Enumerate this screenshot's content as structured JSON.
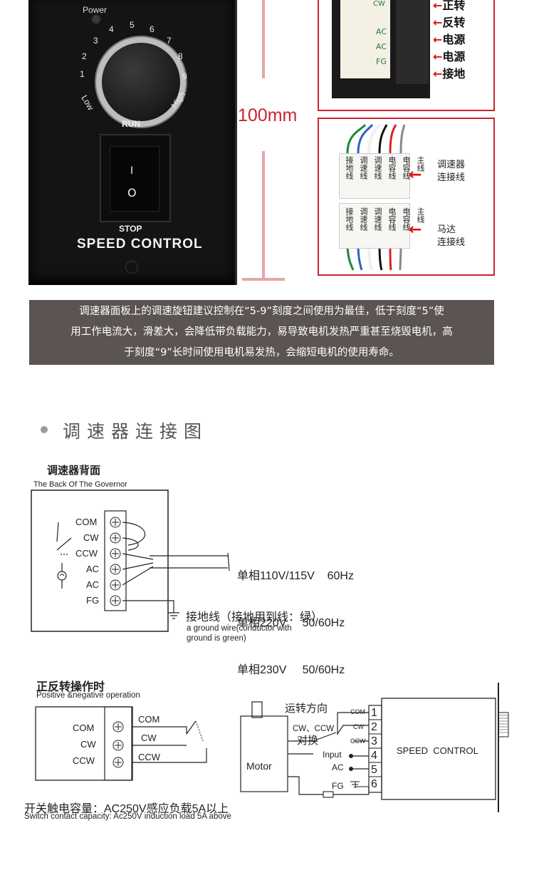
{
  "controller": {
    "power_label": "Power",
    "dial_numbers": [
      "1",
      "2",
      "3",
      "4",
      "5",
      "6",
      "7",
      "8",
      "9"
    ],
    "dial_low": "Low",
    "dial_high": "High",
    "run_label": "RUN",
    "switch_on": "I",
    "switch_off": "O",
    "stop_label": "STOP",
    "brand_label": "SPEED CONTROL"
  },
  "dimension_label": "100mm",
  "terminal_box": {
    "cw_label": "CW",
    "ac_label_1": "AC",
    "ac_label_2": "AC",
    "fg_label": "FG",
    "items": [
      "正转",
      "反转",
      "电源",
      "电源",
      "接地"
    ]
  },
  "connector_box": {
    "upper_wires": [
      "接地线",
      "调速线",
      "调速线",
      "电容线",
      "电容线",
      "主线"
    ],
    "lower_wires": [
      "接地线",
      "调速线",
      "调速线",
      "电容线",
      "电容线",
      "主线"
    ],
    "upper_label": "调速器\n连接线",
    "lower_label": "马达\n连接线"
  },
  "note": {
    "line1": "调速器面板上的调速旋钮建议控制在“5-9”刻度之间使用为最佳，低于刻度“5”使",
    "line2": "用工作电流大，滑差大，会降低带负载能力，易导致电机发热严重甚至烧毁电机，高",
    "line3": "于刻度“9”长时间使用电机易发热，会缩短电机的使用寿命。"
  },
  "section_title": "调速器连接图",
  "wiring_diagram": {
    "title_cn": "调速器背面",
    "title_en": "The Back Of The Governor",
    "terminals": [
      "COM",
      "CW",
      "CCW",
      "AC",
      "AC",
      "FG"
    ],
    "power_lines": [
      "单相110V/115V    60Hz",
      "单相220V     50/60Hz",
      "单相230V     50/60Hz"
    ],
    "ground_cn": "接地线（接地用到线：绿）",
    "ground_en_1": "a ground wire(conductor with",
    "ground_en_2": "ground  is green)"
  },
  "operation_diagram": {
    "title_cn": "正反转操作时",
    "title_en": "Positive &negative operation",
    "left_terminals": [
      "COM",
      "CW",
      "CCW"
    ],
    "right_terminals": [
      "COM",
      "CW",
      "CCW"
    ],
    "direction_label": "运转方向",
    "swap_label_1": "CW、CCW",
    "swap_label_2": "对换",
    "motor_label": "Motor",
    "input_label": "Input",
    "ac_label": "AC",
    "fg_label": "FG",
    "box_terminals": [
      "COM",
      "CW",
      "CCW"
    ],
    "box_numbers": [
      "1",
      "2",
      "3",
      "4",
      "5",
      "6"
    ],
    "box_label": "SPEED  CONTROL",
    "capacity_cn": "开关触电容量：AC250V感应负载5A以上",
    "capacity_en": "Switch contact capacity: Ac250V induction load 5A above"
  },
  "colors": {
    "accent_red": "#c9252f",
    "banner_bg": "#5b5451",
    "panel_black": "#141414"
  }
}
